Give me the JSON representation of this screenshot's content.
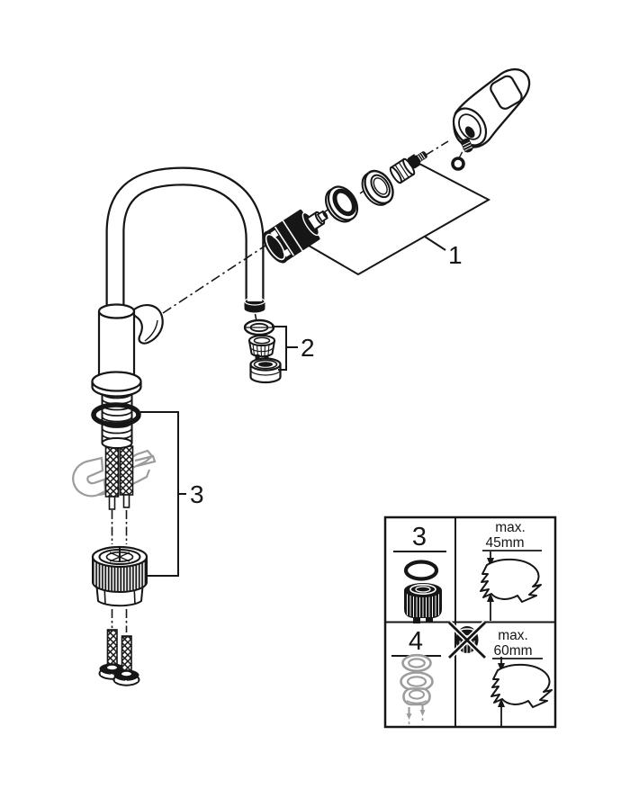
{
  "colors": {
    "background": "#ffffff",
    "line": "#161616",
    "gray": "#9c9c9c"
  },
  "diagram": {
    "type": "exploded-parts-diagram",
    "callouts": {
      "c1": "1",
      "c2": "2",
      "c3": "3"
    }
  },
  "detail_box": {
    "row3": {
      "num": "3",
      "max_label": "max.",
      "dimension": "45mm"
    },
    "row4": {
      "num": "4",
      "max_label": "max.",
      "dimension": "60mm"
    }
  }
}
